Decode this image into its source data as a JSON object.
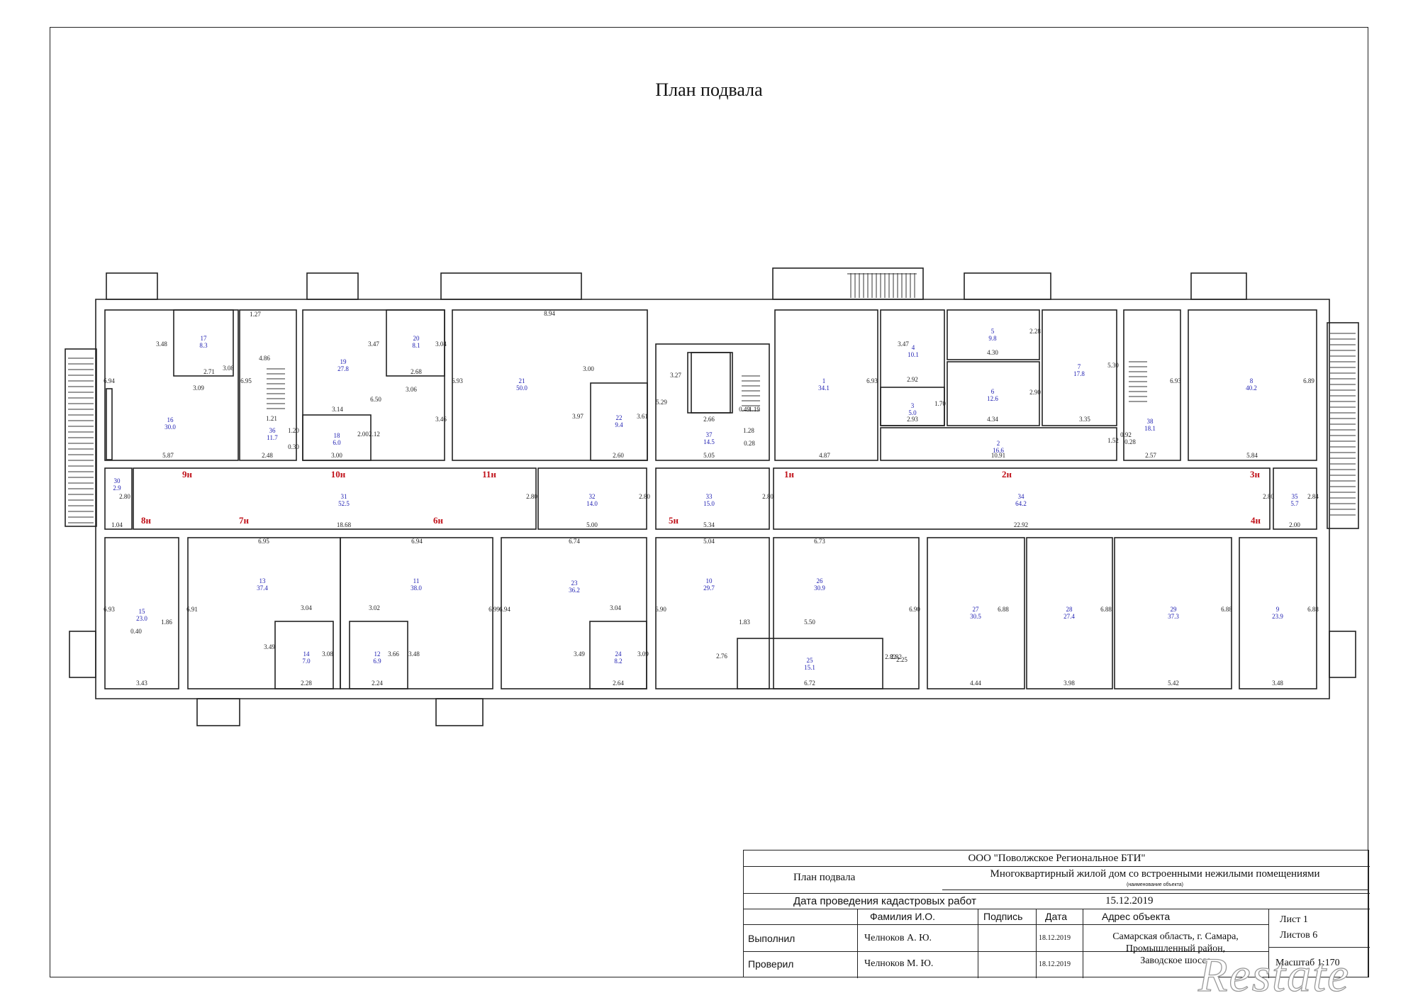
{
  "title": "План подвала",
  "rooms": [
    {
      "n": "17",
      "a": "8.3"
    },
    {
      "n": "16",
      "a": "30.0"
    },
    {
      "n": "36",
      "a": "11.7"
    },
    {
      "n": "19",
      "a": "27.8"
    },
    {
      "n": "20",
      "a": "8.1"
    },
    {
      "n": "18",
      "a": "6.0"
    },
    {
      "n": "21",
      "a": "50.0"
    },
    {
      "n": "22",
      "a": "9.4"
    },
    {
      "n": "37",
      "a": "14.5"
    },
    {
      "n": "1",
      "a": "34.1"
    },
    {
      "n": "4",
      "a": "10.1"
    },
    {
      "n": "3",
      "a": "5.0"
    },
    {
      "n": "5",
      "a": "9.8"
    },
    {
      "n": "6",
      "a": "12.6"
    },
    {
      "n": "7",
      "a": "17.8"
    },
    {
      "n": "2",
      "a": "16.6"
    },
    {
      "n": "38",
      "a": "18.1"
    },
    {
      "n": "8",
      "a": "40.2"
    },
    {
      "n": "30",
      "a": "2.9"
    },
    {
      "n": "31",
      "a": "52.5"
    },
    {
      "n": "32",
      "a": "14.0"
    },
    {
      "n": "33",
      "a": "15.0"
    },
    {
      "n": "34",
      "a": "64.2"
    },
    {
      "n": "35",
      "a": "5.7"
    },
    {
      "n": "15",
      "a": "23.0"
    },
    {
      "n": "13",
      "a": "37.4"
    },
    {
      "n": "14",
      "a": "7.0"
    },
    {
      "n": "12",
      "a": "6.9"
    },
    {
      "n": "11",
      "a": "38.0"
    },
    {
      "n": "23",
      "a": "36.2"
    },
    {
      "n": "24",
      "a": "8.2"
    },
    {
      "n": "10",
      "a": "29.7"
    },
    {
      "n": "26",
      "a": "30.9"
    },
    {
      "n": "25",
      "a": "15.1"
    },
    {
      "n": "27",
      "a": "30.5"
    },
    {
      "n": "28",
      "a": "27.4"
    },
    {
      "n": "29",
      "a": "37.3"
    },
    {
      "n": "9",
      "a": "23.9"
    }
  ],
  "zones": [
    "9н",
    "10н",
    "11н",
    "1н",
    "2н",
    "3н",
    "8н",
    "7н",
    "6н",
    "5н",
    "4н"
  ],
  "dims": [
    "1.27",
    "3.48",
    "3.08",
    "2.71",
    "3.09",
    "6.94",
    "5.87",
    "4.86",
    "6.95",
    "1.21",
    "1.20",
    "0.30",
    "2.48",
    "3.47",
    "3.04",
    "2.68",
    "6.50",
    "3.06",
    "3.14",
    "2.00",
    "2.12",
    "3.00",
    "3.46",
    "8.94",
    "6.93",
    "3.00",
    "3.97",
    "3.61",
    "2.60",
    "5.29",
    "3.27",
    "2.66",
    "0.49",
    "1.19",
    "1.28",
    "0.28",
    "5.05",
    "6.93",
    "4.87",
    "3.47",
    "2.92",
    "2.28",
    "4.30",
    "1.70",
    "2.93",
    "4.34",
    "2.90",
    "5.30",
    "3.35",
    "10.91",
    "1.52",
    "0.92",
    "0.28",
    "6.93",
    "2.57",
    "6.89",
    "5.84",
    "2.80",
    "1.04",
    "18.68",
    "2.80",
    "5.00",
    "2.80",
    "5.34",
    "2.80",
    "22.92",
    "2.80",
    "2.00",
    "2.84",
    "6.95",
    "6.93",
    "0.40",
    "1.86",
    "3.43",
    "6.91",
    "3.04",
    "3.49",
    "3.08",
    "2.28",
    "6.94",
    "3.02",
    "3.66",
    "3.48",
    "2.24",
    "6.99",
    "6.74",
    "6.94",
    "3.04",
    "3.49",
    "3.09",
    "2.64",
    "5.04",
    "6.90",
    "1.83",
    "2.76",
    "6.73",
    "5.50",
    "6.90",
    "2.25",
    "2.82",
    "2.82",
    "6.72",
    "6.88",
    "4.44",
    "6.88",
    "3.98",
    "6.88",
    "5.42",
    "6.88",
    "3.48"
  ],
  "stamp": {
    "org": "ООО \"Поволжское Региональное БТИ\"",
    "plan_label": "План подвала",
    "object_name": "Многоквартирный жилой дом со встроенными нежилыми помещениями",
    "object_caption": "(наименование объекта)",
    "date_label": "Дата проведения кадастровых работ",
    "date_value": "15.12.2019",
    "col_name": "Фамилия И.О.",
    "col_sign": "Подпись",
    "col_date": "Дата",
    "col_address": "Адрес объекта",
    "row1_role": "Выполнил",
    "row1_name": "Челноков А. Ю.",
    "row1_date": "18.12.2019",
    "row2_role": "Проверил",
    "row2_name": "Челноков М. Ю.",
    "row2_date": "18.12.2019",
    "address_1": "Самарская область, г. Самара,",
    "address_2": "Промышленный район,",
    "address_3": "Заводское шоссе",
    "sheet": "Лист 1",
    "sheets": "Листов 6",
    "scale": "Масштаб 1:170"
  },
  "watermark": "Restate"
}
